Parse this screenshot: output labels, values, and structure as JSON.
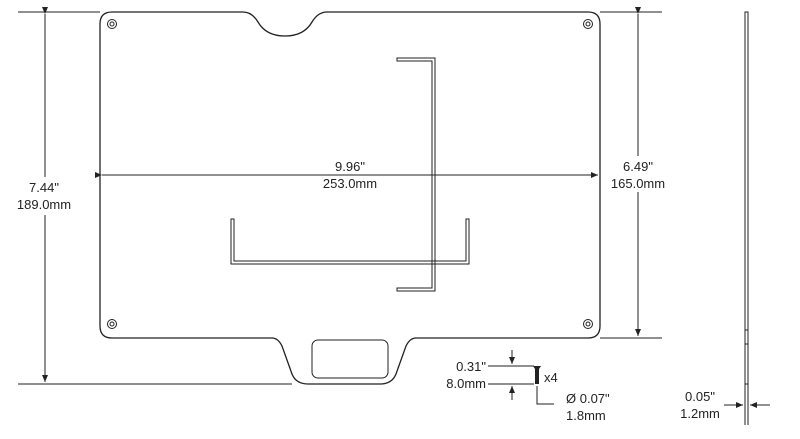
{
  "dimensions": {
    "width": {
      "inches": "9.96\"",
      "mm": "253.0mm"
    },
    "overall_height": {
      "inches": "7.44\"",
      "mm": "189.0mm"
    },
    "plate_height": {
      "inches": "6.49\"",
      "mm": "165.0mm"
    },
    "screw_length": {
      "inches": "0.31\"",
      "mm": "8.0mm"
    },
    "screw_diameter": {
      "inches": "Ø 0.07\"",
      "mm": "1.8mm"
    },
    "screw_quantity": "x4",
    "thickness": {
      "inches": "0.05\"",
      "mm": "1.2mm"
    }
  },
  "colors": {
    "line": "#222222",
    "background": "#ffffff"
  }
}
